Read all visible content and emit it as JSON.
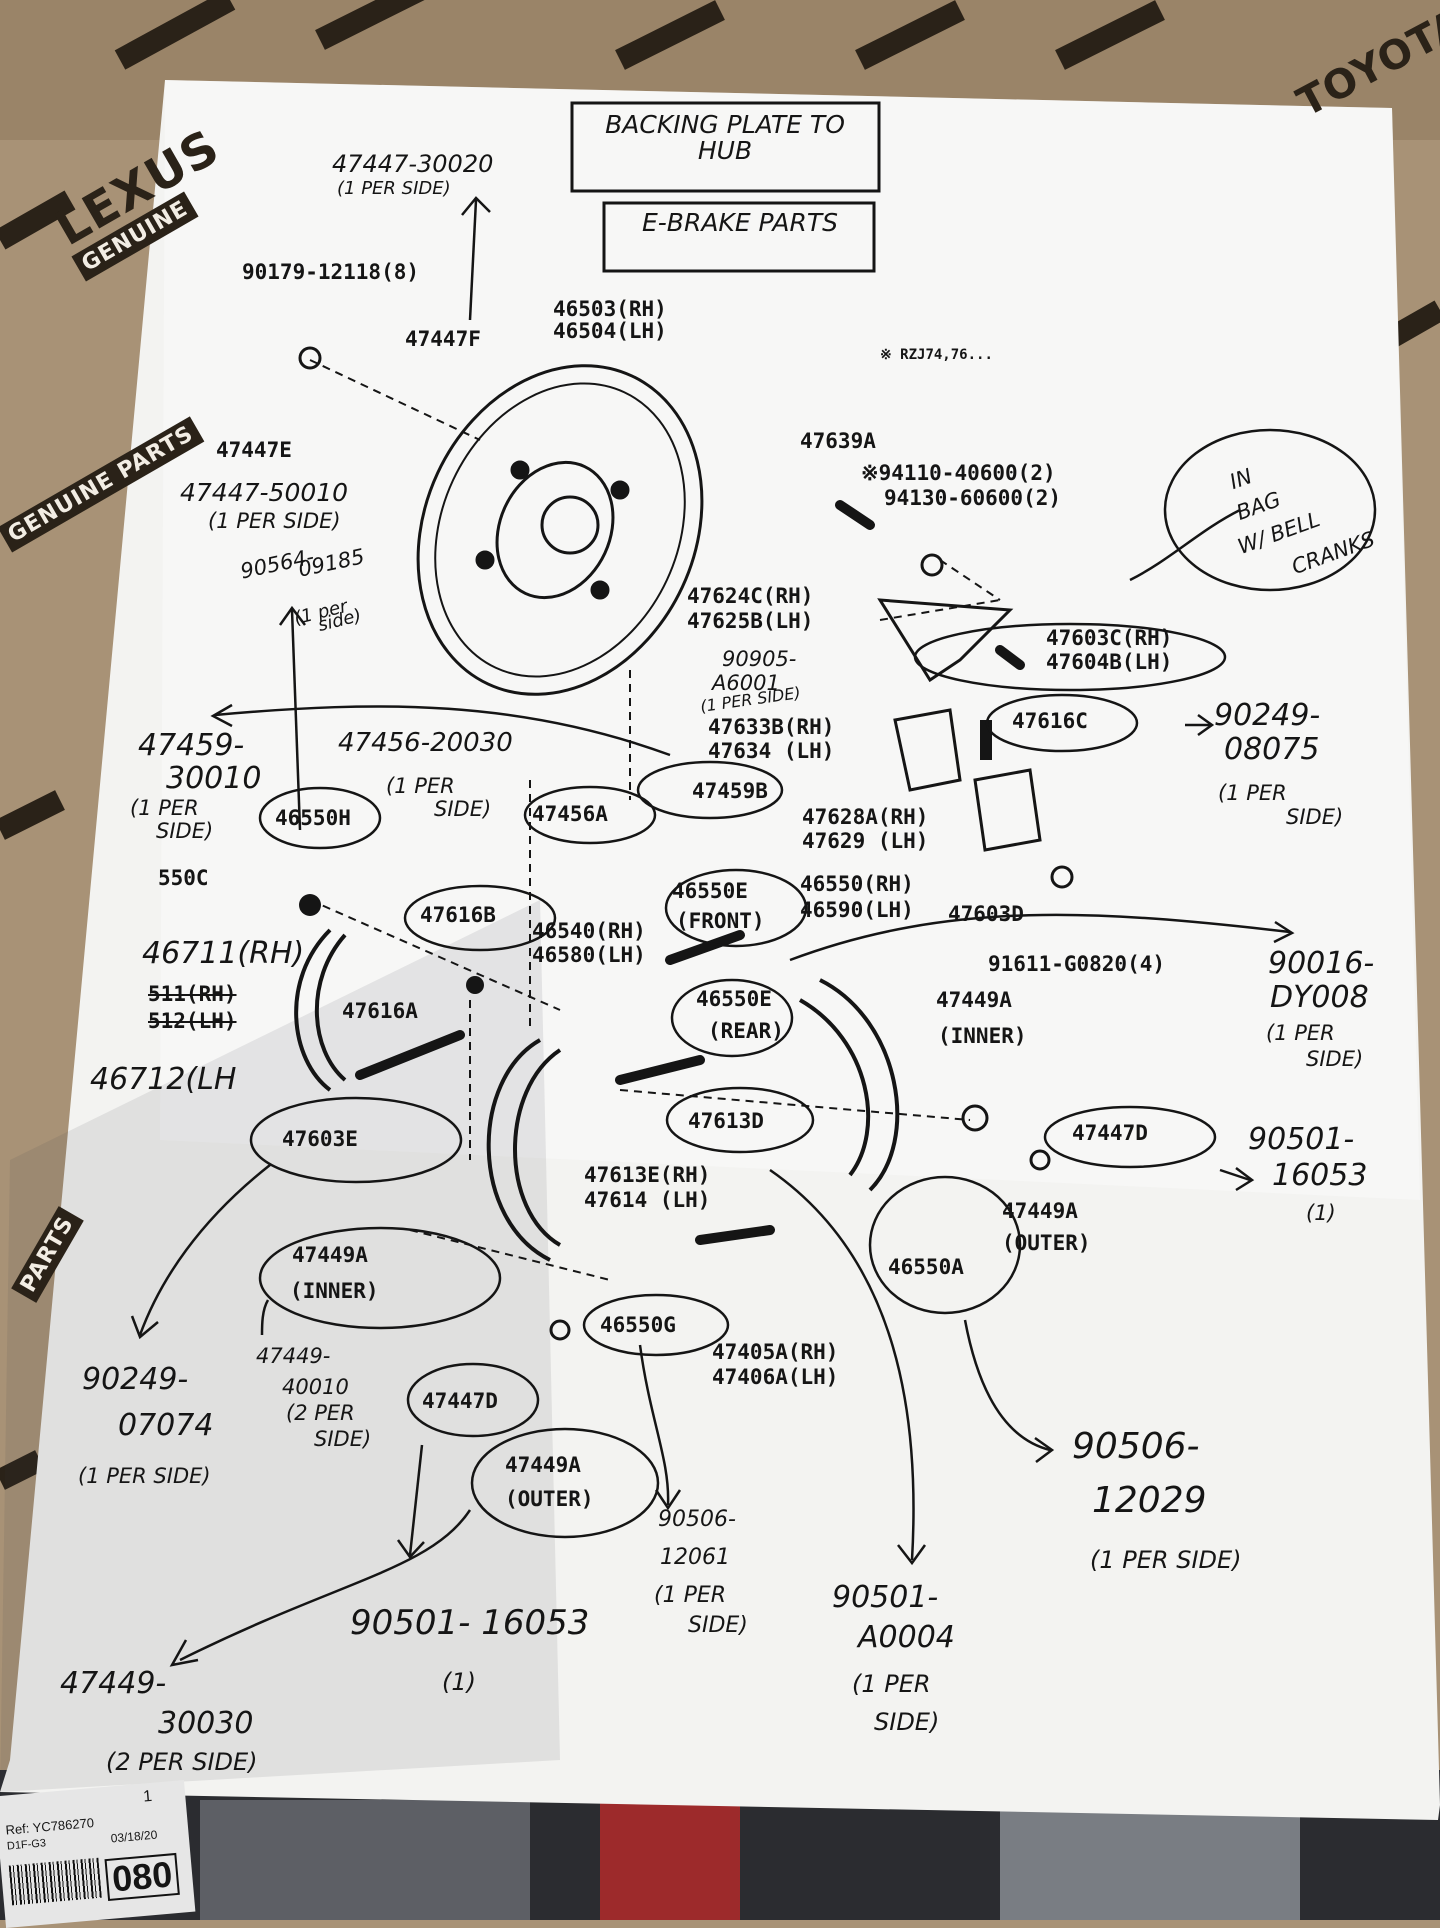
{
  "header_boxes": [
    "BACKING PLATE TO HUB",
    "E-BRAKE PARTS"
  ],
  "box_brand_text": [
    "LEXUS",
    "GENUINE",
    "TOYOTA",
    "GENUINE PARTS",
    "PARTS"
  ],
  "note_code": "※ RZJ74,76...",
  "printed_labels": {
    "p90179": "90179-12118(8)",
    "p47447F": "47447F",
    "p46503": "46503(RH)",
    "p46504": "46504(LH)",
    "p47447E": "47447E",
    "p47639A": "47639A",
    "p94110": "※94110-40600(2)",
    "p94130": "94130-60600(2)",
    "p47624C": "47624C(RH)",
    "p47625B": "47625B(LH)",
    "p47603C": "47603C(RH)",
    "p47604B": "47604B(LH)",
    "p47633B": "47633B(RH)",
    "p47634": "47634 (LH)",
    "p47616C": "47616C",
    "p47459B": "47459B",
    "p47456A": "47456A",
    "p46550H": "46550H",
    "p550C": "550C",
    "p47628A": "47628A(RH)",
    "p47629": "47629 (LH)",
    "p46550E1": "46550E",
    "pFront": "(FRONT)",
    "p46550": "46550(RH)",
    "p46590": "46590(LH)",
    "p47603D": "47603D",
    "p47616B": "47616B",
    "p46540": "46540(RH)",
    "p46580": "46580(LH)",
    "p91611": "91611-G0820(4)",
    "p46550E2": "46550E",
    "pRear": "(REAR)",
    "p47616A": "47616A",
    "p47449A1": "47449A",
    "pInner1": "(INNER)",
    "p47603E": "47603E",
    "p47613D": "47613D",
    "p47447D1": "47447D",
    "p47613E": "47613E(RH)",
    "p47614": "47614 (LH)",
    "p47449A2": "47449A",
    "pOuter1": "(OUTER)",
    "p46550A": "46550A",
    "p47449A3": "47449A",
    "pInner2": "(INNER)",
    "p46550G": "46550G",
    "p47405A": "47405A(RH)",
    "p47406A": "47406A(LH)",
    "p47447D2": "47447D",
    "p47449A4": "47449A",
    "pOuter2": "(OUTER)",
    "p511": "511(RH)",
    "p512": "512(LH)"
  },
  "handwritten_notes": {
    "h1a": "47447-30020",
    "h1b": "(1 PER SIDE)",
    "h2a": "47447-50010",
    "h2b": "(1 PER SIDE)",
    "h3a": "90564-",
    "h3b": "09185",
    "h3c": "(1 per",
    "h3d": "side)",
    "h4a": "47459-",
    "h4b": "30010",
    "h4c": "(1 PER",
    "h4d": "SIDE)",
    "h5a": "47456-20030",
    "h5b": "(1 PER",
    "h5c": "SIDE)",
    "h6a": "90905-",
    "h6b": "A6001",
    "h6c": "(1 PER SIDE)",
    "h7a": "IN",
    "h7b": "BAG",
    "h7c": "W/ BELL",
    "h7d": "CRANKS",
    "h8a": "90249-",
    "h8b": "08075",
    "h8c": "(1 PER",
    "h8d": "SIDE)",
    "h9a": "46711(RH)",
    "h9b": "46712(LH",
    "h10a": "90016-",
    "h10b": "DY008",
    "h10c": "(1 PER",
    "h10d": "SIDE)",
    "h11a": "90501-",
    "h11b": "16053",
    "h11c": "(1)",
    "h12a": "90249-",
    "h12b": "07074",
    "h12c": "(1 PER SIDE)",
    "h13a": "47449-",
    "h13b": "40010",
    "h13c": "(2 PER",
    "h13d": "SIDE)",
    "h14a": "90506-",
    "h14b": "12029",
    "h14c": "(1 PER SIDE)",
    "h15a": "90506-",
    "h15b": "12061",
    "h15c": "(1 PER",
    "h15d": "SIDE)",
    "h16a": "90501- 16053",
    "h16b": "(1)",
    "h17a": "90501-",
    "h17b": "A0004",
    "h17c": "(1 PER",
    "h17d": "SIDE)",
    "h18a": "47449-",
    "h18b": "30030",
    "h18c": "(2 PER SIDE)"
  },
  "bottom_label": {
    "ref": "Ref: YC786270",
    "code": "D1F-G3",
    "date": "03/18/20",
    "qty": "1",
    "big": "080"
  },
  "colors": {
    "cardboard": "#a89276",
    "paper": "#f3f3f1",
    "ink": "#151515"
  }
}
